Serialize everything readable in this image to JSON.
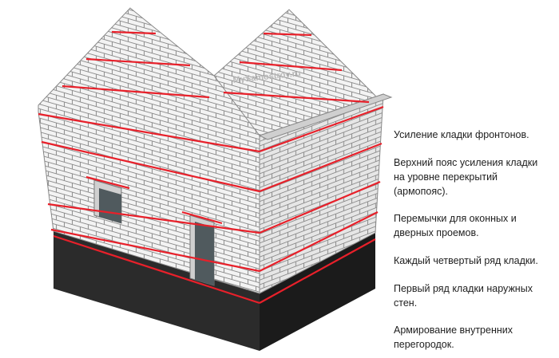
{
  "watermark": "MySamostroy.ru",
  "legend": [
    {
      "text": "Усиление кладки фронтонов."
    },
    {
      "text": "Верхний пояс усиления кладки\nна уровне перекрытий\n(армопояс)."
    },
    {
      "text": "Перемычки для оконных и\nдверных проемов."
    },
    {
      "text": "Каждый четвертый ряд кладки."
    },
    {
      "text": "Первый ряд кладки наружных\nстен."
    },
    {
      "text": "Армирование внутренних\nперегородок."
    }
  ],
  "colors": {
    "reinforcement": "#e8202a",
    "block_face": "#f4f4f4",
    "block_side": "#d9d9d9",
    "mortar": "#8f8f8f",
    "foundation_front": "#2b2b2b",
    "foundation_side": "#1c1c1c",
    "opening": "#505a5e"
  }
}
